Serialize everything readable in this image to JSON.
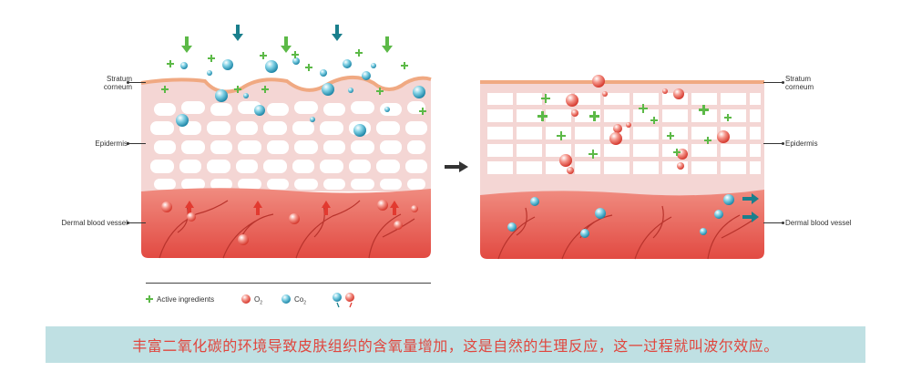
{
  "labels": {
    "stratum_corneum_left": "Stratum\ncorneum",
    "epidermis_left": "Epidermis",
    "dermal_left": "Dermal blood vessel",
    "stratum_corneum_right": "Stratum\ncorneum",
    "epidermis_right": "Epidermis",
    "dermal_right": "Dermal blood vessel"
  },
  "legend": {
    "active": "Active ingredients",
    "o2": "O",
    "o2_sub": "2",
    "co2": "Co",
    "co2_sub": "2"
  },
  "caption": "丰富二氧化碳的环境导致皮肤组织的含氧量增加，这是自然的生理反应，这一过程就叫波尔效应。",
  "colors": {
    "teal": "#1a7f8c",
    "green": "#5cb947",
    "red_bubble": "#e84a3c",
    "blue_bubble": "#3aa6c6",
    "dermis": "#e8605a",
    "epidermis_bg": "#f4d6d4",
    "banner_bg": "#bfe0e3",
    "banner_text": "#e0463e"
  }
}
